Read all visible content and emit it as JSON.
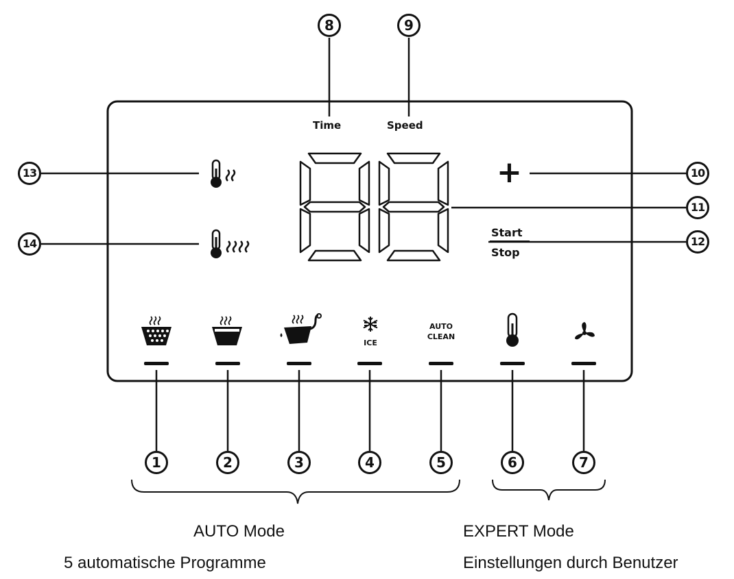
{
  "panel": {
    "time_label": "Time",
    "speed_label": "Speed",
    "display_value": "88",
    "plus_symbol": "+",
    "start_label": "Start",
    "stop_label": "Stop",
    "ice_label": "ICE",
    "auto_clean_line1": "AUTO",
    "auto_clean_line2": "CLEAN"
  },
  "callouts": {
    "c1": "1",
    "c2": "2",
    "c3": "3",
    "c4": "4",
    "c5": "5",
    "c6": "6",
    "c7": "7",
    "c8": "8",
    "c9": "9",
    "c10": "10",
    "c11": "11",
    "c12": "12",
    "c13": "13",
    "c14": "14"
  },
  "groups": {
    "auto_title": "AUTO Mode",
    "auto_subtitle": "5 automatische Programme",
    "expert_title": "EXPERT Mode",
    "expert_subtitle": "Einstellungen durch Benutzer"
  },
  "icons": [
    "thermometer-low-heat-icon",
    "thermometer-high-heat-icon",
    "steaming-bowl-dotted-icon",
    "steaming-bowl-icon",
    "steaming-pot-pour-icon",
    "snowflake-icon",
    "thermometer-icon",
    "fan-icon"
  ],
  "colors": {
    "ink": "#111111",
    "background": "#ffffff"
  }
}
